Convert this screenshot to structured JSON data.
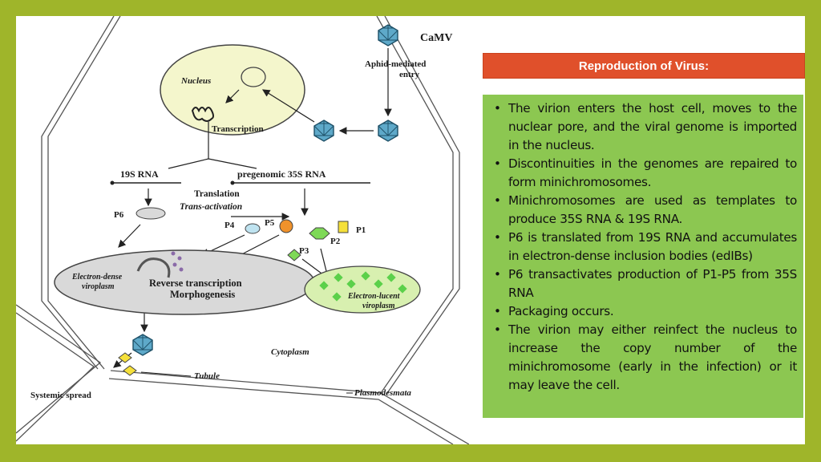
{
  "header": {
    "title": "Reproduction of Virus:"
  },
  "bullets": [
    "The virion enters the host cell, moves to the nuclear pore, and the viral genome is imported in the nucleus.",
    "Discontinuities in the genomes are repaired to form minichromosomes.",
    "Minichromosomes are used as templates to produce 35S RNA & 19S RNA.",
    "P6 is translated from 19S RNA and accumulates in electron-dense inclusion bodies (edIBs)",
    "P6 transactivates production of P1-P5 from 35S RNA",
    "Packaging occurs.",
    "The virion may either reinfect the nucleus to increase the copy number of the minichromosome (early in the infection) or it may leave the cell."
  ],
  "bullet_glyph": "•",
  "diagram": {
    "camv": "CaMV",
    "aphid_line1": "Aphid-mediated",
    "aphid_line2": "entry",
    "nucleus": "Nucleus",
    "transcription": "Transcription",
    "rna19s": "19S RNA",
    "rna35s": "pregenomic 35S RNA",
    "translation": "Translation",
    "transactivation": "Trans-activation",
    "p6": "P6",
    "p4": "P4",
    "p5": "P5",
    "p1": "P1",
    "p2": "P2",
    "p3": "P3",
    "ed_line1": "Electron-dense",
    "ed_line2": "viroplasm",
    "rt_line1": "Reverse transcription",
    "rt_line2": "Morphogenesis",
    "el_line1": "Electron-lucent",
    "el_line2": "viroplasm",
    "cytoplasm": "Cytoplasm",
    "tubule": "Tubule",
    "systemic": "Systemic spread",
    "plasmodesmata": "Plasmodesmata"
  },
  "colors": {
    "frame": "#9fb52a",
    "header_bg": "#e0502b",
    "panel_bg": "#8cc751",
    "nucleus_fill": "#f4f6cc",
    "viroplasm_dense": "#d9d9d9",
    "viroplasm_lucent": "#d8f0b0",
    "virion": "#5ea9c9",
    "p5": "#f0922b",
    "p1": "#f5e03a",
    "p2p3": "#7ed957"
  }
}
